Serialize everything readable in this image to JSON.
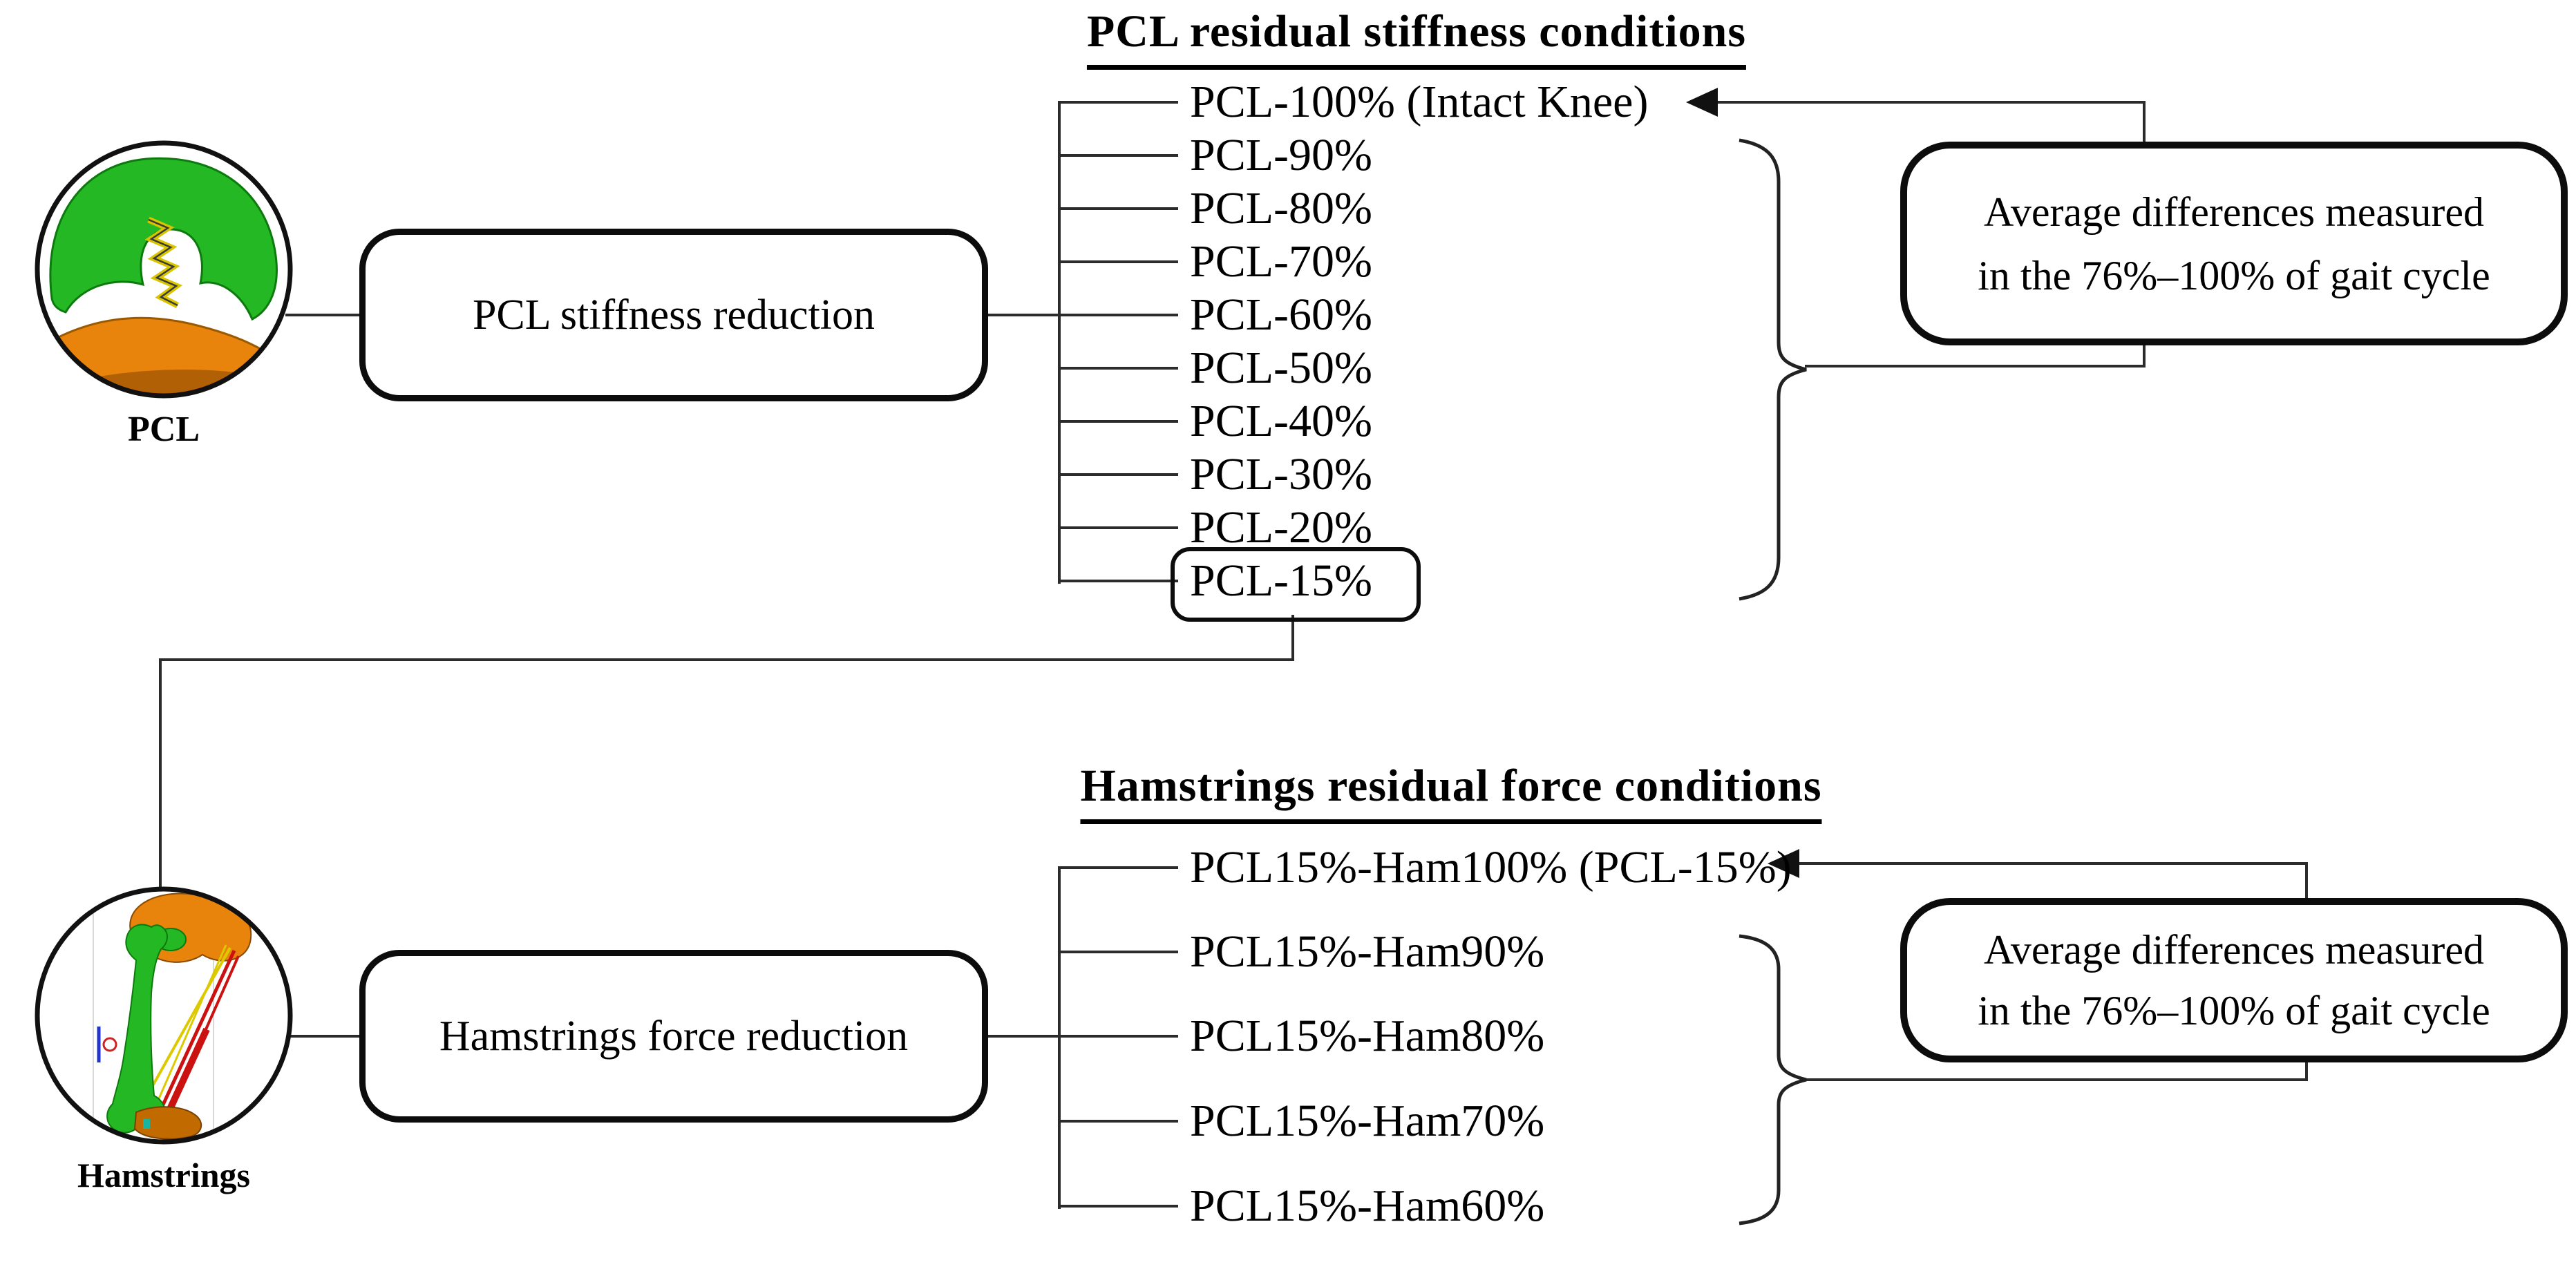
{
  "top": {
    "title": "PCL residual stiffness conditions",
    "image_label": "PCL",
    "box_label": "PCL stiffness reduction",
    "conditions": [
      "PCL-100% (Intact Knee)",
      "PCL-90%",
      "PCL-80%",
      "PCL-70%",
      "PCL-60%",
      "PCL-50%",
      "PCL-40%",
      "PCL-30%",
      "PCL-20%",
      "PCL-15%"
    ],
    "highlighted_condition": "PCL-15%",
    "annotation": {
      "line1": "Average differences measured",
      "line2": "in the 76%–100% of gait cycle"
    }
  },
  "bottom": {
    "title": "Hamstrings residual force conditions",
    "image_label": "Hamstrings",
    "box_label": "Hamstrings force reduction",
    "conditions": [
      "PCL15%-Ham100% (PCL-15%)",
      "PCL15%-Ham90%",
      "PCL15%-Ham80%",
      "PCL15%-Ham70%",
      "PCL15%-Ham60%"
    ],
    "annotation": {
      "line1": "Average differences measured",
      "line2": "in the 76%–100% of gait cycle"
    }
  },
  "colors": {
    "femur_green": "#25b825",
    "bone_orange": "#e8830b",
    "ligament_yellow": "#d8c500",
    "muscle_red": "#cc1111",
    "line_dark": "#2b2b2b"
  }
}
